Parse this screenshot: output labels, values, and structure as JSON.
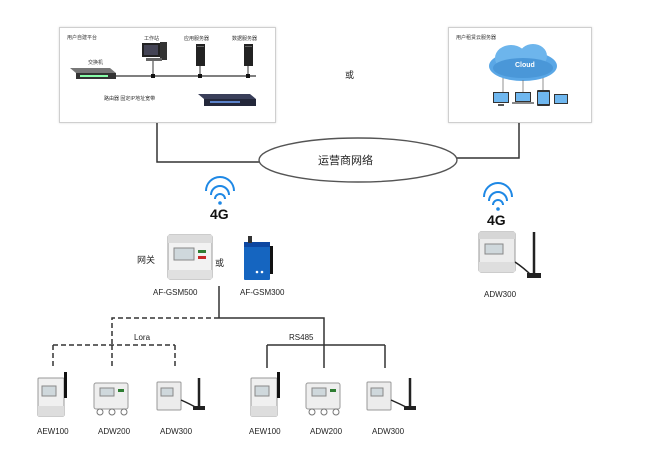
{
  "left_panel": {
    "title": "用户自建平台",
    "workstation": "工作站",
    "app_server": "应用服务器",
    "db_server": "数据服务器",
    "switch": "交换机",
    "router": "路由器 固定IP地址宽带"
  },
  "right_panel": {
    "title": "用户租赁云服务器",
    "cloud": "Cloud"
  },
  "or_top": "或",
  "carrier_network": "运营商网络",
  "signal_left": "4G",
  "signal_right": "4G",
  "gateway_label": "网关",
  "or_mid": "或",
  "gateways": [
    "AF-GSM500",
    "AF-GSM300"
  ],
  "right_device": "ADW300",
  "lora_label": "Lora",
  "rs485_label": "RS485",
  "left_devices": [
    "AEW100",
    "ADW200",
    "ADW300"
  ],
  "right_devices": [
    "AEW100",
    "ADW200",
    "ADW300"
  ]
}
